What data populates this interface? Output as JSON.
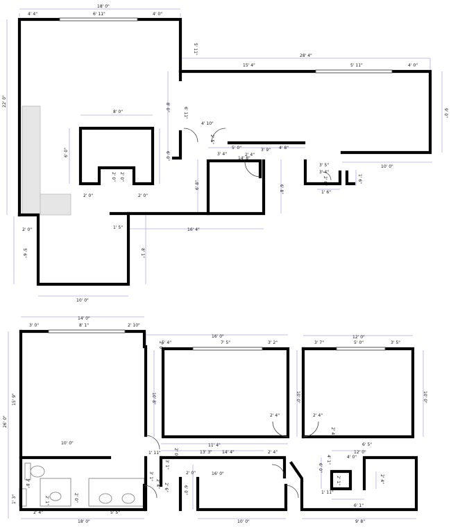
{
  "floor_plan": {
    "upper": {
      "labels": [
        "18' 0\"",
        "4' 4\"",
        "6' 11\"",
        "4' 0\"",
        "22' 0\"",
        "5' 11\"",
        "8' 0\"",
        "6' 0\"",
        "6' 0\"",
        "8' 0\"",
        "2' 0\"",
        "2' 0\"",
        "2' 0\"",
        "2' 0\"",
        "28' 4\"",
        "15' 4\"",
        "5' 11\"",
        "4' 0\"",
        "9' 0\"",
        "10' 0\"",
        "4' 10\"",
        "6' 11\"",
        "2' 5\"",
        "5' 0\"",
        "4' 8\"",
        "2' 4\"",
        "3' 9\"",
        "3' 4\"",
        "14' 8\"",
        "6' 8\"",
        "6' 8\"",
        "3' 5\"",
        "3' 4\"",
        "2' 0\"",
        "1' 6\"",
        "1' 6\"",
        "2' 0\"",
        "16' 4\"",
        "5' 6\"",
        "8' 1\"",
        "10' 0\"",
        "1' 5\""
      ]
    },
    "lower": {
      "labels": [
        "14' 0\"",
        "3' 0\"",
        "8' 1\"",
        "2' 10\"",
        "26' 0\"",
        "15' 9\"",
        "10' 0\"",
        "16' 0\"",
        "5' 4\"",
        "7' 5\"",
        "3' 2\"",
        "2' 0\"",
        "10' 8\"",
        "10' 0\"",
        "2' 4\"",
        "11' 4\"",
        "13' 3\"",
        "14' 4\"",
        "2' 4\"",
        "1' 11\"",
        "2' 0\"",
        "3' 1\"",
        "16' 0\"",
        "5' 5\"",
        "3' 1\"",
        "2' 6\"",
        "2' 4\"",
        "2' 0\"",
        "1' 3\"",
        "2' 0\"",
        "2' 1\"",
        "2' 4\"",
        "3' 8\"",
        "18' 0\"",
        "6' 0\"",
        "10' 0\"",
        "12' 0\"",
        "3' 7\"",
        "5' 0\"",
        "3' 5\"",
        "10' 0\"",
        "2' 4\"",
        "2' 4\"",
        "6' 5\"",
        "12' 0\"",
        "4' 0\"",
        "6' 0\"",
        "4' 1\"",
        "2' 1\"",
        "2' 4\"",
        "1' 11\"",
        "6' 1\"",
        "9' 8\""
      ]
    }
  }
}
